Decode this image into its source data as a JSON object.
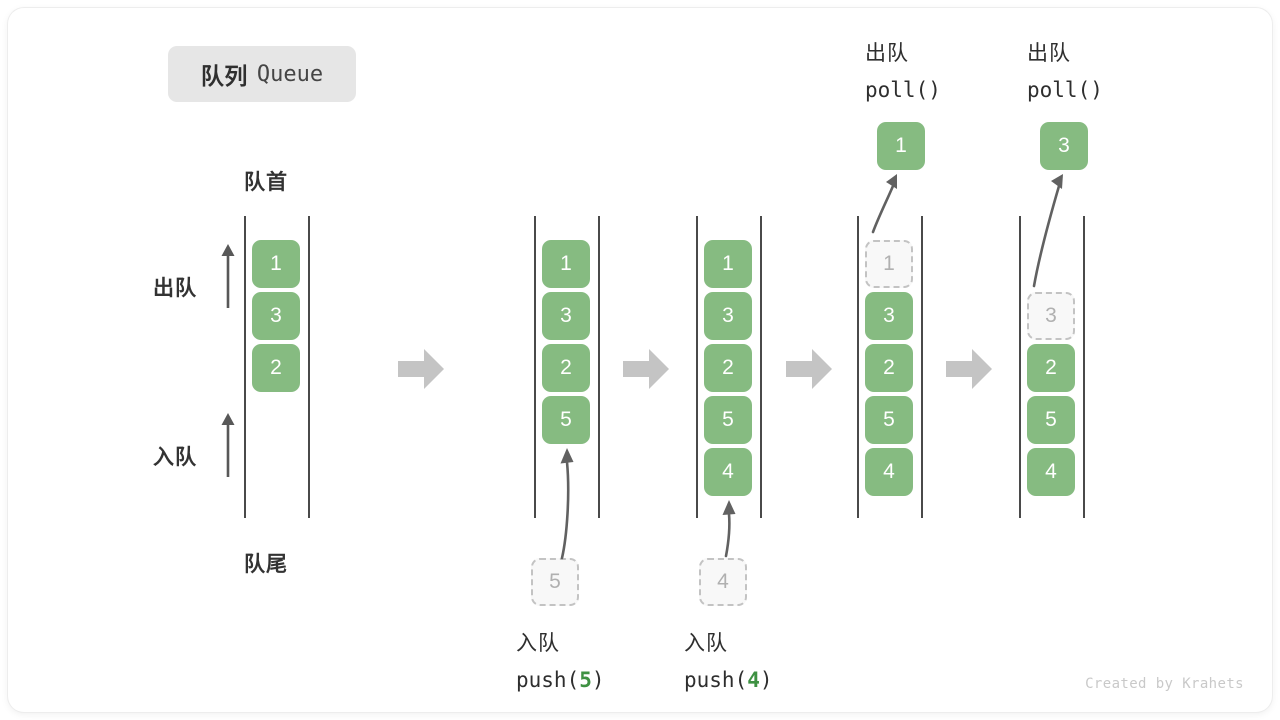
{
  "title": {
    "cn": "队列",
    "en": "Queue"
  },
  "labels": {
    "front": "队首",
    "rear": "队尾",
    "dequeue_dir": "出队",
    "enqueue_dir": "入队"
  },
  "colors": {
    "filled_box": "#86bb81",
    "ghost_box_fill": "#f8f8f8",
    "ghost_box_border": "#c3c3c3",
    "rail": "#4a4a4a",
    "block_arrow": "#c4c4c4",
    "accent_arg": "#3e9142",
    "text": "#2e2e2e",
    "credit": "#c9c9c9"
  },
  "columns": [
    {
      "name": "initial-queue",
      "slots": [
        {
          "value": "1",
          "state": "filled"
        },
        {
          "value": "3",
          "state": "filled"
        },
        {
          "value": "2",
          "state": "filled"
        },
        {
          "value": "",
          "state": "empty"
        },
        {
          "value": "",
          "state": "empty"
        }
      ]
    },
    {
      "name": "after-push-5",
      "slots": [
        {
          "value": "1",
          "state": "filled"
        },
        {
          "value": "3",
          "state": "filled"
        },
        {
          "value": "2",
          "state": "filled"
        },
        {
          "value": "5",
          "state": "filled"
        },
        {
          "value": "",
          "state": "empty"
        }
      ],
      "incoming": {
        "value": "5",
        "state": "ghost"
      },
      "caption": {
        "cn": "入队",
        "op": "push(",
        "arg": "5",
        "close": ")"
      }
    },
    {
      "name": "after-push-4",
      "slots": [
        {
          "value": "1",
          "state": "filled"
        },
        {
          "value": "3",
          "state": "filled"
        },
        {
          "value": "2",
          "state": "filled"
        },
        {
          "value": "5",
          "state": "filled"
        },
        {
          "value": "4",
          "state": "filled"
        }
      ],
      "incoming": {
        "value": "4",
        "state": "ghost"
      },
      "caption": {
        "cn": "入队",
        "op": "push(",
        "arg": "4",
        "close": ")"
      }
    },
    {
      "name": "after-poll-1",
      "slots": [
        {
          "value": "1",
          "state": "ghost"
        },
        {
          "value": "3",
          "state": "filled"
        },
        {
          "value": "2",
          "state": "filled"
        },
        {
          "value": "5",
          "state": "filled"
        },
        {
          "value": "4",
          "state": "filled"
        }
      ],
      "outgoing": {
        "value": "1",
        "state": "filled"
      },
      "caption": {
        "cn": "出队",
        "op": "poll()",
        "arg": "",
        "close": ""
      }
    },
    {
      "name": "after-poll-3",
      "slots": [
        {
          "value": "",
          "state": "empty"
        },
        {
          "value": "3",
          "state": "ghost"
        },
        {
          "value": "2",
          "state": "filled"
        },
        {
          "value": "5",
          "state": "filled"
        },
        {
          "value": "4",
          "state": "filled"
        }
      ],
      "outgoing": {
        "value": "3",
        "state": "filled"
      },
      "caption": {
        "cn": "出队",
        "op": "poll()",
        "arg": "",
        "close": ""
      }
    }
  ],
  "credit": "Created by Krahets"
}
